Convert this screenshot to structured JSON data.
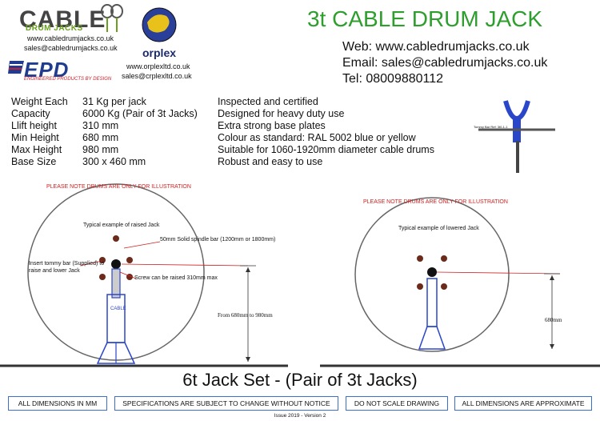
{
  "header": {
    "logo_cable": "CABLE",
    "logo_drum_jacks": "DRUM JACKS",
    "left_web": "www.cabledrumjacks.co.uk",
    "left_email": "sales@cabledrumjacks.co.uk",
    "epd_logo": "EPD",
    "epd_tagline": "ENGINEERED PRODUCTS BY DESIGN",
    "orplex_logo": "orplex",
    "orplex_web": "www.orplexltd.co.uk",
    "orplex_email": "sales@crplexltd.co.uk",
    "title": "3t CABLE DRUM JACK",
    "web": "Web: www.cabledrumjacks.co.uk",
    "email": "Email: sales@cabledrumjacks.co.uk",
    "tel": "Tel: 08009880112"
  },
  "specs": [
    {
      "label": "Weight Each",
      "value": "31 Kg per jack"
    },
    {
      "label": "Capacity",
      "value": "6000 Kg (Pair of 3t Jacks)"
    },
    {
      "label": "Llift height",
      "value": "310 mm"
    },
    {
      "label": "Min Height",
      "value": "680 mm"
    },
    {
      "label": "Max Height",
      "value": "980 mm"
    },
    {
      "label": "Base Size",
      "value": "300 x 460 mm"
    }
  ],
  "features": [
    "Inspected and certified",
    "Designed for heavy duty use",
    "Extra strong base plates",
    "Colour as standard: RAL 5002 blue or yellow",
    "Suitable for 1060-1920mm diameter cable drums",
    "Robust and easy to use"
  ],
  "product_image_label": "Tommy Bar Ref: 3t0-1-1",
  "diagram_left": {
    "note": "PLEASE NOTE DRUMS ARE ONLY FOR ILLUSTRATION",
    "caption": "Typical example of raised Jack",
    "spindle": "50mm Solid spindle bar (1200mm or 1800mm)",
    "tommy_1": "Insert tommy bar (Supplied) to",
    "tommy_2": "raise and lower Jack",
    "screw": "Screw can be raised 310mm max",
    "dimension": "From 680mm to 980mm",
    "jack_text": "CABLE"
  },
  "diagram_right": {
    "note": "PLEASE NOTE DRUMS ARE ONLY FOR ILLUSTRATION",
    "caption": "Typical example of lowered Jack",
    "dimension": "680mm"
  },
  "footer": {
    "title": "6t Jack Set - (Pair of 3t Jacks)",
    "box1": "ALL DIMENSIONS IN MM",
    "box2": "SPECIFICATIONS ARE SUBJECT TO CHANGE WITHOUT NOTICE",
    "box3": "DO NOT SCALE DRAWING",
    "box4": "ALL DIMENSIONS ARE APPROXIMATE",
    "issue": "Issue 2019 - Version 2"
  },
  "colors": {
    "title_green": "#2e9e2e",
    "jack_blue": "#2a46c9",
    "note_red": "#d02020",
    "box_border": "#3a6fd0"
  }
}
